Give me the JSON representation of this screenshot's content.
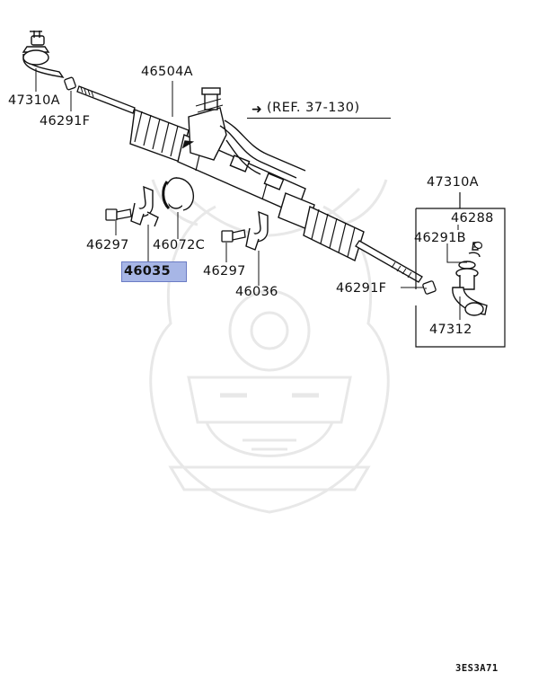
{
  "labels": {
    "p47310a_top": "47310A",
    "p46291f_top": "46291F",
    "p46504a": "46504A",
    "ref": "(REF. 37-130)",
    "p47310a_right": "47310A",
    "p46288": "46288",
    "p46291b": "46291B",
    "p46291f_right": "46291F",
    "p47312": "47312",
    "p46297_left": "46297",
    "p46072c": "46072C",
    "p46035": "46035",
    "p46297_mid": "46297",
    "p46036": "46036",
    "diagram_code": "3ES3A71"
  },
  "icons": {
    "ref_arrow": "right-arrow-icon",
    "watermark": "samurai-helmet-watermark"
  },
  "colors": {
    "highlight_fill": "#a7b6e6",
    "highlight_border": "#6b7cc4",
    "ink": "#111111",
    "watermark": "#e6e6e6"
  }
}
